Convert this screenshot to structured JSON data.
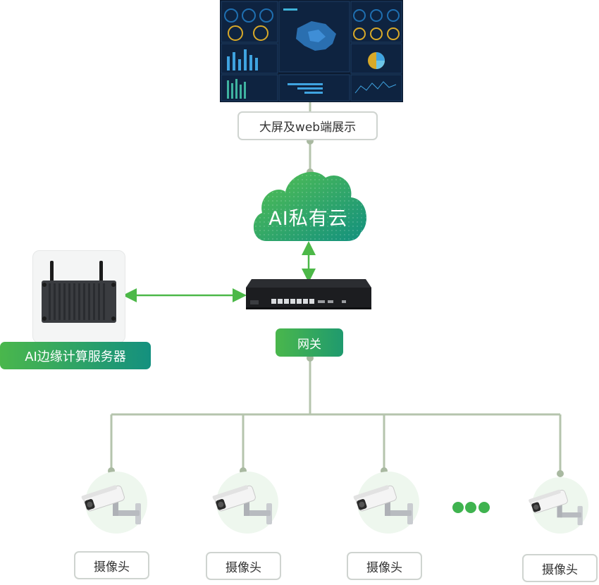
{
  "display_label": "大屏及web端展示",
  "cloud_label": "AI私有云",
  "gateway_label": "网关",
  "edge_server_label": "AI边缘计算服务器",
  "camera_label": "摄像头",
  "cameras": [
    {
      "label": "摄像头"
    },
    {
      "label": "摄像头"
    },
    {
      "label": "摄像头"
    },
    {
      "label": "摄像头"
    }
  ],
  "colors": {
    "connector": "#b5c4ad",
    "connector_dot": "#a9b9a1",
    "arrow": "#4cb848",
    "brand_green": "#3fb34f",
    "brand_teal": "#16917f",
    "dots": "#3fb34f"
  },
  "icons": {
    "dashboard": "dashboard-screen-icon",
    "cloud": "cloud-icon",
    "gateway": "router-icon",
    "server": "edge-server-icon",
    "camera": "cctv-camera-icon",
    "more": "ellipsis-icon"
  }
}
